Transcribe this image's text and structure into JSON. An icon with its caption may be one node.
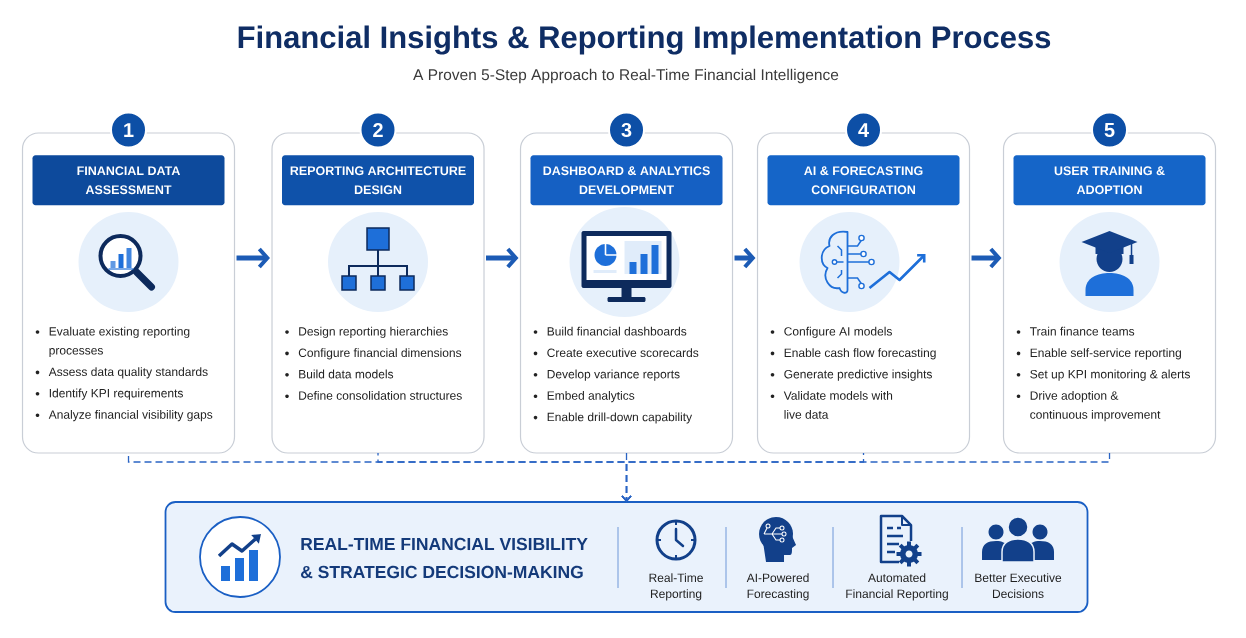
{
  "diagram": {
    "title": "Financial Insights & Reporting Implementation Process",
    "nodes": [
      {
        "text": [
          "1"
        ]
      },
      {
        "text": [
          "Evaluate existing reporting processes",
          "Assess data quality standards",
          "Identify KPI requirements",
          "Analyze financial visibility gaps"
        ]
      },
      {
        "text": [
          "FINANCIAL DATA ASSESSMENT"
        ],
        "in": 1
      },
      {
        "text": [
          "2"
        ]
      },
      {
        "text": [
          "Design reporting hierarchies",
          "Configure financial dimensions",
          "Build data models",
          "Define consolidation structures"
        ]
      },
      {
        "text": [
          "REPORTING ARCHITECTURE DESIGN"
        ],
        "in": 4
      },
      {
        "text": [
          "3"
        ]
      },
      {
        "text": [
          "Build financial dashboards",
          "Create executive scorecards",
          "Develop variance reports",
          "Embed analytics",
          "Enable drill-down capability"
        ]
      },
      {
        "text": [
          "DASHBOARD & ANALYTICS DEVELOPMENT"
        ],
        "in": 7
      },
      {
        "text": [
          "4"
        ]
      },
      {
        "text": [
          "Configure AI models",
          "Enable cash flow forecasting",
          "Generate predictive insights",
          "Validate models with live data"
        ]
      },
      {
        "text": [
          "AI & FORECASTING CONFIGURATION"
        ],
        "in": 10
      },
      {
        "text": [
          "5"
        ]
      },
      {
        "text": [
          "Train finance teams",
          "Enable self-service reporting",
          "Set up KPI monitoring & alerts",
          "Drive adoption & continuous improvement"
        ]
      },
      {
        "text": [
          "USER TRAINING & ADOPTION"
        ],
        "in": 13
      },
      {
        "text": [
          "REAL-TIME FINANCIAL VISIBILITY & STRATEGIC DECISION-MAKING",
          "Real-Time Reporting",
          "AI-Powered Forecasting",
          "Automated Financial Reporting",
          "Better Executive Decisions"
        ]
      }
    ],
    "edges": [
      {
        "from": 1,
        "to": 4,
        "arrow": "to",
        "style": "thick"
      },
      {
        "from": 4,
        "to": 7,
        "arrow": "to",
        "style": "thick"
      },
      {
        "from": 7,
        "to": 10,
        "arrow": "to",
        "style": "thick"
      },
      {
        "from": 10,
        "to": 13,
        "arrow": "to",
        "style": "thick"
      },
      {
        "from": 1,
        "to": 15,
        "arrow": "to",
        "style": "dashed"
      },
      {
        "from": 4,
        "to": 15,
        "arrow": "to",
        "style": "dashed"
      },
      {
        "from": 7,
        "to": 15,
        "arrow": "to",
        "style": "dashed"
      },
      {
        "from": 10,
        "to": 15,
        "arrow": "to",
        "style": "dashed"
      },
      {
        "from": 13,
        "to": 15,
        "arrow": "to",
        "style": "dashed"
      }
    ],
    "labels": [
      "A Proven 5-Step Approach to Real-Time Financial Intelligence"
    ]
  }
}
